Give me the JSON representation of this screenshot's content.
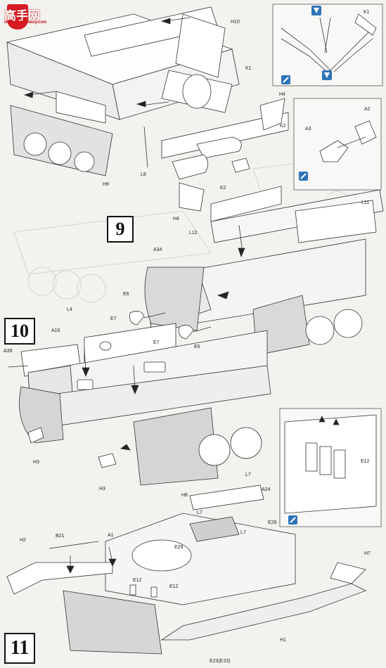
{
  "logo": {
    "brand_text": "高手网",
    "url_text": "www.hobbyeasy.com"
  },
  "steps": [
    {
      "id": "9",
      "number": "9"
    },
    {
      "id": "10",
      "number": "10"
    },
    {
      "id": "11",
      "number": "11"
    }
  ],
  "labels": {
    "H10": "H10",
    "K1_top": "K1",
    "K1_mid": "K1",
    "H4_a": "H4",
    "K2_a": "K2",
    "A2": "A2",
    "A3": "A3",
    "H9": "H9",
    "L8": "L8",
    "K2_b": "K2",
    "H4_b": "H4",
    "L12": "L12",
    "L11": "L11",
    "A34": "A34",
    "E6_a": "E6",
    "E7_a": "E7",
    "E7_b": "E7",
    "E6_b": "E6",
    "L4": "L4",
    "A16": "A16",
    "A39": "A39",
    "H3_a": "H3",
    "H3_b": "H3",
    "E12_inset": "E12",
    "L7_a": "L7",
    "A24": "A24",
    "H8": "H8",
    "L7_b": "L7",
    "E29_a": "E29",
    "L7_c": "L7",
    "E29_b": "E29",
    "H2": "H2",
    "B21": "B21",
    "A1": "A1",
    "E12_a": "E12",
    "E12_b": "E12",
    "H7": "H7",
    "H1": "H1",
    "E23": "E23(E23)"
  }
}
